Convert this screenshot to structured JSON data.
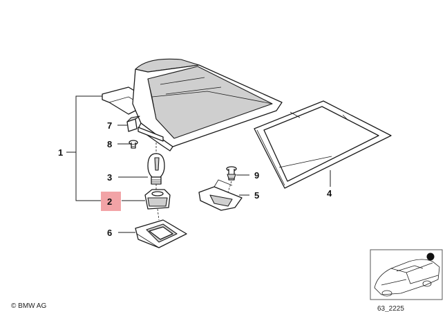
{
  "callouts": {
    "c1": "1",
    "c2": "2",
    "c3": "3",
    "c4": "4",
    "c5": "5",
    "c6": "6",
    "c7": "7",
    "c8": "8",
    "c9": "9"
  },
  "highlight_color": "#f2a3a6",
  "footer": {
    "copyright": "© BMW AG",
    "diagram_code": "63_2225"
  }
}
